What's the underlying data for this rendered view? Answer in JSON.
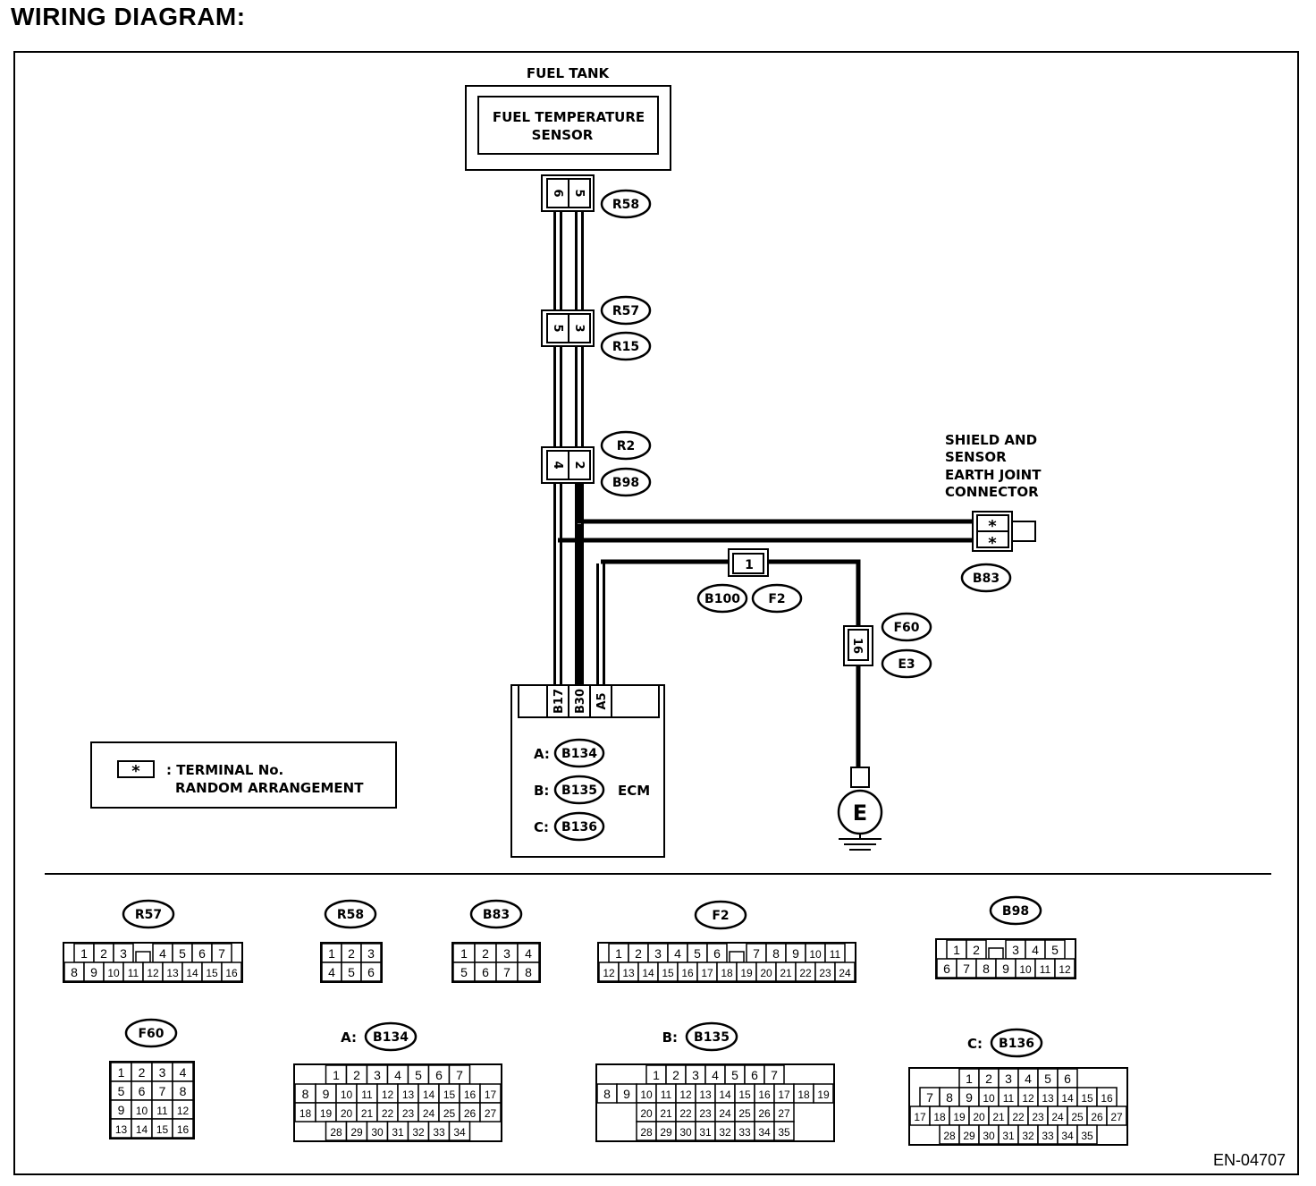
{
  "page_title": "WIRING DIAGRAM:",
  "figure_code": "EN-04707",
  "fuel_tank": {
    "label": "FUEL TANK",
    "sensor_line1": "FUEL TEMPERATURE",
    "sensor_line2": "SENSOR"
  },
  "shield": {
    "line1": "SHIELD AND",
    "line2": "SENSOR",
    "line3": "EARTH JOINT",
    "line4": "CONNECTOR",
    "pin_top": "*",
    "pin_bottom": "*",
    "id": "B83"
  },
  "inline_connectors": {
    "r58": {
      "pins": [
        "6",
        "5"
      ],
      "ids": [
        "R58"
      ]
    },
    "r57": {
      "pins": [
        "5",
        "3"
      ],
      "ids": [
        "R57",
        "R15"
      ]
    },
    "r2": {
      "pins": [
        "4",
        "2"
      ],
      "ids": [
        "R2",
        "B98"
      ]
    },
    "b100": {
      "pins": [
        "1"
      ],
      "ids": [
        "B100",
        "F2"
      ]
    },
    "f60": {
      "pins": [
        "16"
      ],
      "ids": [
        "F60",
        "E3"
      ]
    }
  },
  "ecm": {
    "label": "ECM",
    "terminals": [
      "B17",
      "B30",
      "A5"
    ],
    "connectors": [
      {
        "letter": "A:",
        "id": "B134"
      },
      {
        "letter": "B:",
        "id": "B135"
      },
      {
        "letter": "C:",
        "id": "B136"
      }
    ]
  },
  "ground": {
    "label": "E"
  },
  "legend": {
    "symbol": "*",
    "line1": ": TERMINAL No.",
    "line2": "RANDOM ARRANGEMENT"
  },
  "pinouts": {
    "R57": {
      "title": "R57",
      "rows": [
        [
          "1",
          "2",
          "3",
          "",
          "4",
          "5",
          "6",
          "7"
        ],
        [
          "8",
          "9",
          "10",
          "11",
          "12",
          "13",
          "14",
          "15",
          "16"
        ]
      ]
    },
    "R58": {
      "title": "R58",
      "rows": [
        [
          "1",
          "2",
          "3"
        ],
        [
          "4",
          "5",
          "6"
        ]
      ]
    },
    "B83": {
      "title": "B83",
      "rows": [
        [
          "1",
          "2",
          "3",
          "4"
        ],
        [
          "5",
          "6",
          "7",
          "8"
        ]
      ]
    },
    "F2": {
      "title": "F2",
      "rows": [
        [
          "1",
          "2",
          "3",
          "4",
          "5",
          "6",
          "",
          "7",
          "8",
          "9",
          "10",
          "11"
        ],
        [
          "12",
          "13",
          "14",
          "15",
          "16",
          "17",
          "18",
          "19",
          "20",
          "21",
          "22",
          "23",
          "24"
        ]
      ]
    },
    "B98": {
      "title": "B98",
      "rows": [
        [
          "1",
          "2",
          "",
          "3",
          "4",
          "5"
        ],
        [
          "6",
          "7",
          "8",
          "9",
          "10",
          "11",
          "12"
        ]
      ]
    },
    "F60": {
      "title": "F60",
      "rows": [
        [
          "1",
          "2",
          "3",
          "4"
        ],
        [
          "5",
          "6",
          "7",
          "8"
        ],
        [
          "9",
          "10",
          "11",
          "12"
        ],
        [
          "13",
          "14",
          "15",
          "16"
        ]
      ]
    },
    "B134": {
      "letter": "A:",
      "title": "B134",
      "rows": [
        [
          "1",
          "2",
          "3",
          "4",
          "5",
          "6",
          "7"
        ],
        [
          "8",
          "9",
          "10",
          "11",
          "12",
          "13",
          "14",
          "15",
          "16",
          "17"
        ],
        [
          "18",
          "19",
          "20",
          "21",
          "22",
          "23",
          "24",
          "25",
          "26",
          "27"
        ],
        [
          "28",
          "29",
          "30",
          "31",
          "32",
          "33",
          "34"
        ]
      ]
    },
    "B135": {
      "letter": "B:",
      "title": "B135",
      "rows": [
        [
          "1",
          "2",
          "3",
          "4",
          "5",
          "6",
          "7"
        ],
        [
          "8",
          "9",
          "10",
          "11",
          "12",
          "13",
          "14",
          "15",
          "16",
          "17",
          "18",
          "19"
        ],
        [
          "20",
          "21",
          "22",
          "23",
          "24",
          "25",
          "26",
          "27"
        ],
        [
          "28",
          "29",
          "30",
          "31",
          "32",
          "33",
          "34",
          "35"
        ]
      ]
    },
    "B136": {
      "letter": "C:",
      "title": "B136",
      "rows": [
        [
          "1",
          "2",
          "3",
          "4",
          "5",
          "6"
        ],
        [
          "7",
          "8",
          "9",
          "10",
          "11",
          "12",
          "13",
          "14",
          "15",
          "16"
        ],
        [
          "17",
          "18",
          "19",
          "20",
          "21",
          "22",
          "23",
          "24",
          "25",
          "26",
          "27"
        ],
        [
          "28",
          "29",
          "30",
          "31",
          "32",
          "33",
          "34",
          "35"
        ]
      ]
    }
  }
}
